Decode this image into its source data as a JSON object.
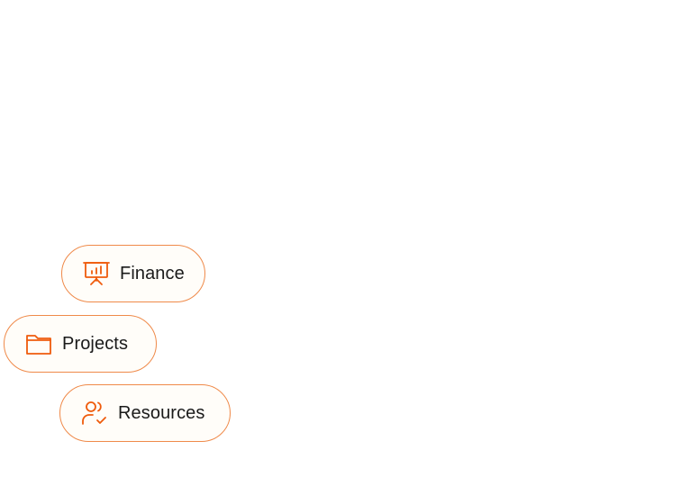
{
  "accent_color": "#ef5b0c",
  "border_color": "#ef8a4a",
  "items": [
    {
      "label": "Finance",
      "icon": "presentation-chart-icon"
    },
    {
      "label": "Projects",
      "icon": "folder-icon"
    },
    {
      "label": "Resources",
      "icon": "user-check-icon"
    }
  ]
}
